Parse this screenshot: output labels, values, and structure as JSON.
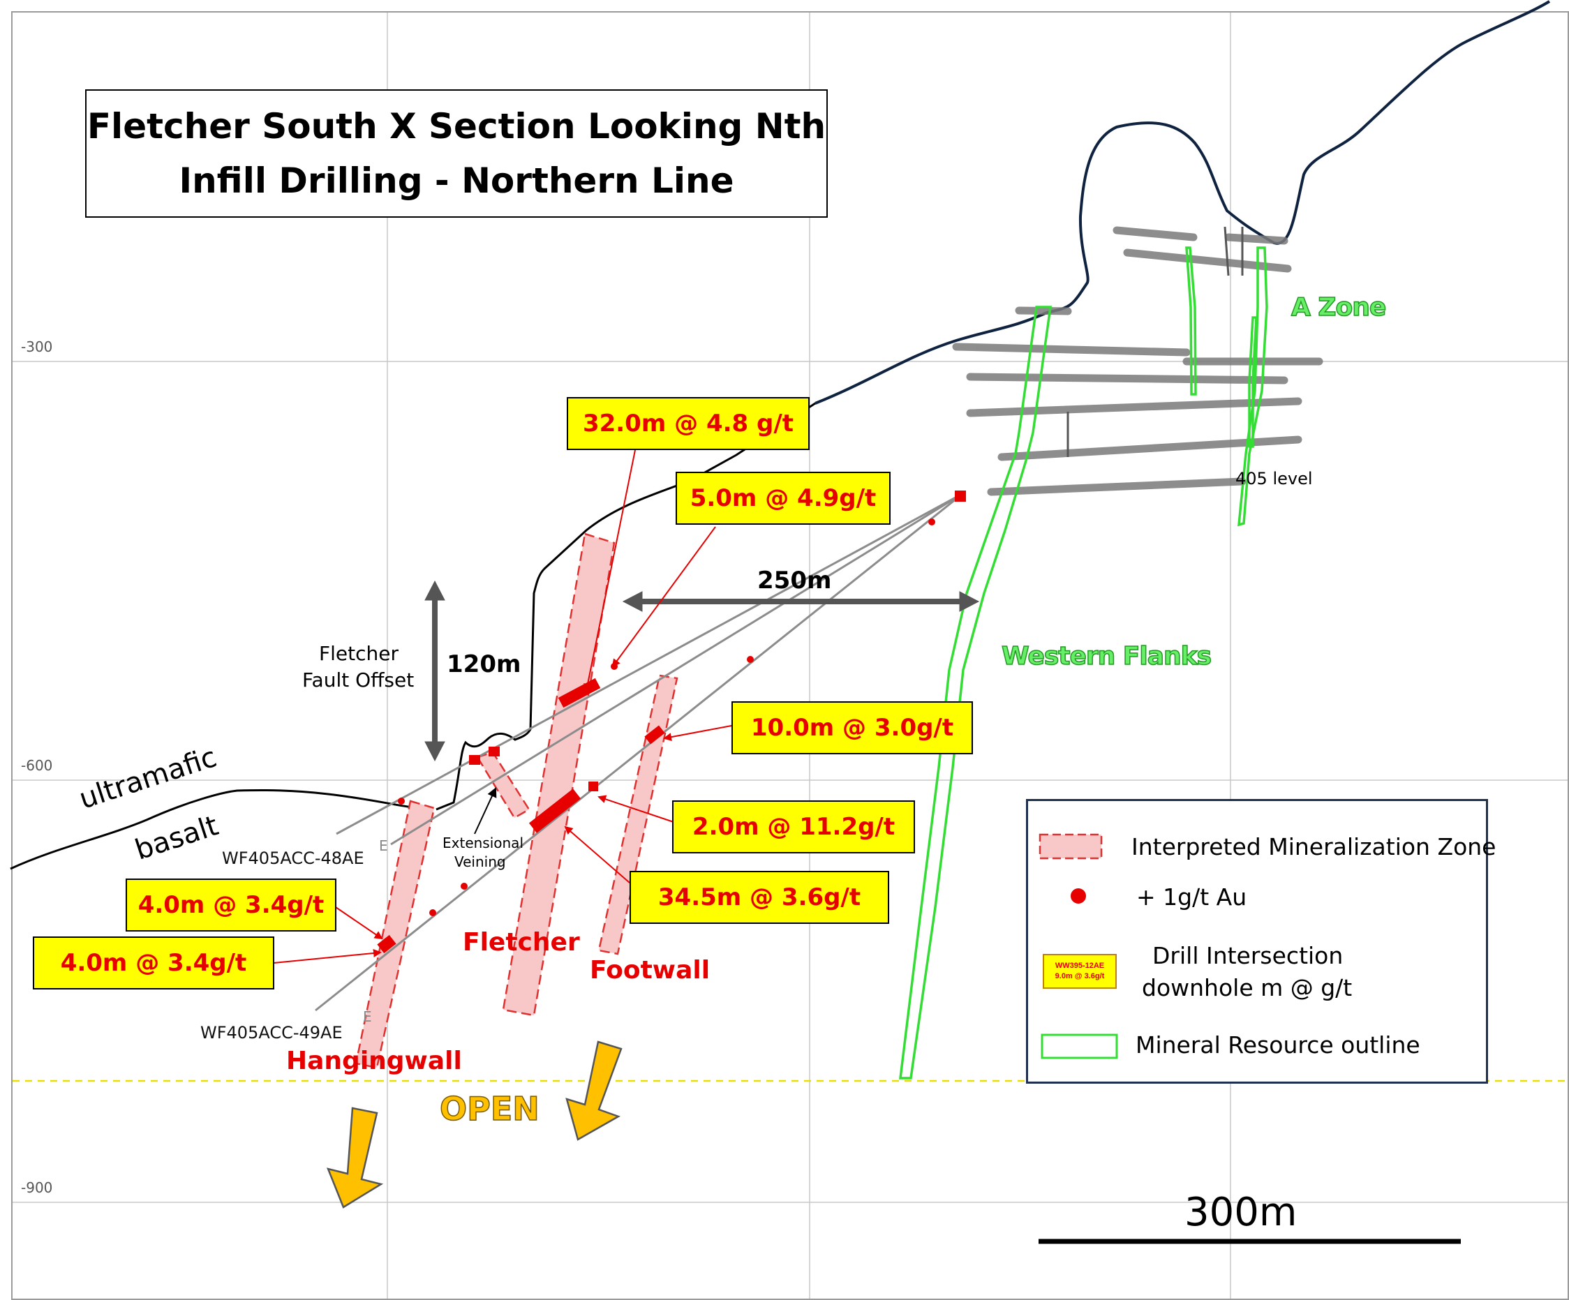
{
  "title": {
    "line1": "Fletcher South X Section Looking Nth",
    "line2": "Infill Drilling - Northern Line"
  },
  "elevation_labels": [
    "-300",
    "-600",
    "-900"
  ],
  "callouts": [
    {
      "id": "c32",
      "text": "32.0m @ 4.8 g/t"
    },
    {
      "id": "c5",
      "text": "5.0m @ 4.9g/t"
    },
    {
      "id": "c10",
      "text": "10.0m @ 3.0g/t"
    },
    {
      "id": "c2",
      "text": "2.0m @ 11.2g/t"
    },
    {
      "id": "c345",
      "text": "34.5m @ 3.6g/t"
    },
    {
      "id": "c4a",
      "text": "4.0m @ 3.4g/t"
    },
    {
      "id": "c4b",
      "text": "4.0m @ 3.4g/t"
    }
  ],
  "labels": {
    "a_zone": "A Zone",
    "level_405": "405 level",
    "western_flanks": "Western Flanks",
    "distance_250": "250m",
    "distance_120": "120m",
    "fault_offset_1": "Fletcher",
    "fault_offset_2": "Fault Offset",
    "ultramafic": "ultramafic",
    "basalt": "basalt",
    "hole_48": "WF405ACC-48AE",
    "hole_49": "WF405ACC-49AE",
    "extensional_1": "Extensional",
    "extensional_2": "Veining",
    "fletcher": "Fletcher",
    "footwall": "Footwall",
    "hangingwall": "Hangingwall",
    "open": "OPEN",
    "scale": "300m",
    "hole_tag_e1": "E",
    "hole_tag_e2": "E"
  },
  "legend": {
    "zone": "Interpreted Mineralization Zone",
    "au": "+ 1g/t Au",
    "intersection_1": "Drill Intersection",
    "intersection_2": "downhole m @ g/t",
    "swatch_hole": "WW395-12AE",
    "swatch_value": "9.0m @ 3.6g/t",
    "resource": "Mineral Resource outline"
  },
  "colors": {
    "zone_fill": "#f8c8c8",
    "zone_stroke": "#e03030",
    "intercept_red": "#e60000",
    "callout_fill": "#ffff00",
    "resource_green": "#33dd33",
    "open_yellow": "#ffc000",
    "surface_navy": "#0f2340"
  }
}
